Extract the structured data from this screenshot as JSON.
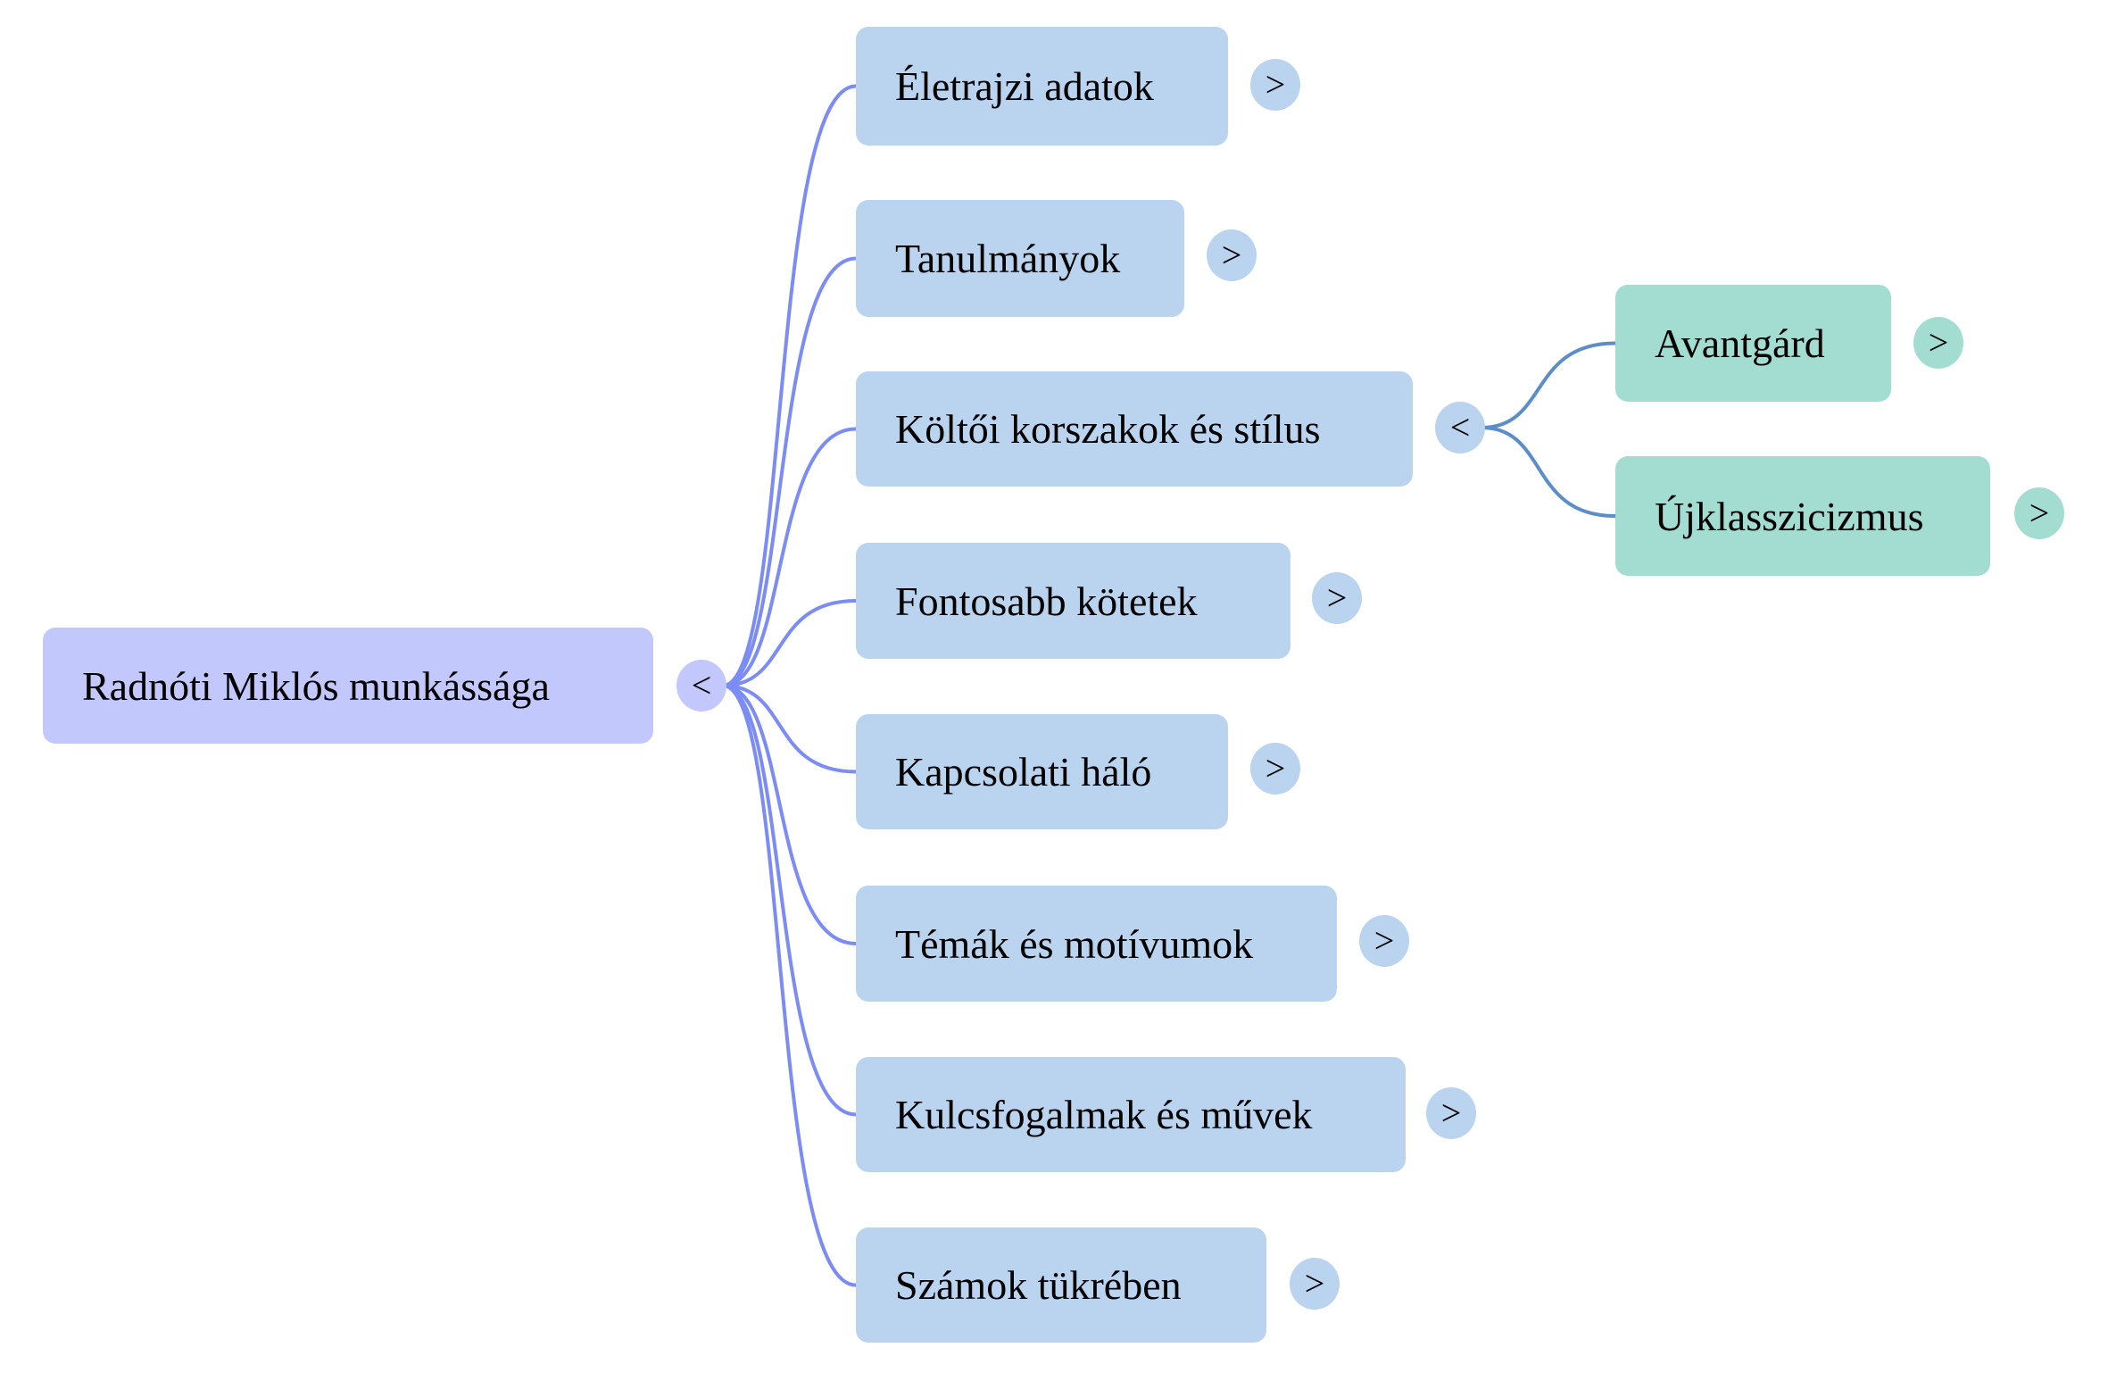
{
  "colors": {
    "root_fill": "#c3c8fc",
    "level1_fill": "#bad3ef",
    "level2_fill": "#a3ddd2",
    "root_edge": "#7b8cf5",
    "level1_edge": "#5b8ec8"
  },
  "icons": {
    "collapse": "<",
    "expand": ">"
  },
  "root": {
    "label": "Radnóti Miklós munkássága",
    "toggle_icon": "collapse-icon",
    "expanded": true
  },
  "children": [
    {
      "label": "Életrajzi adatok",
      "expanded": false
    },
    {
      "label": "Tanulmányok",
      "expanded": false
    },
    {
      "label": "Költői korszakok és stílus",
      "expanded": true,
      "children": [
        {
          "label": "Avantgárd",
          "expanded": false
        },
        {
          "label": "Újklasszicizmus",
          "expanded": false
        }
      ]
    },
    {
      "label": "Fontosabb kötetek",
      "expanded": false
    },
    {
      "label": "Kapcsolati háló",
      "expanded": false
    },
    {
      "label": "Témák és motívumok",
      "expanded": false
    },
    {
      "label": "Kulcsfogalmak és művek",
      "expanded": false
    },
    {
      "label": "Számok tükrében",
      "expanded": false
    }
  ]
}
